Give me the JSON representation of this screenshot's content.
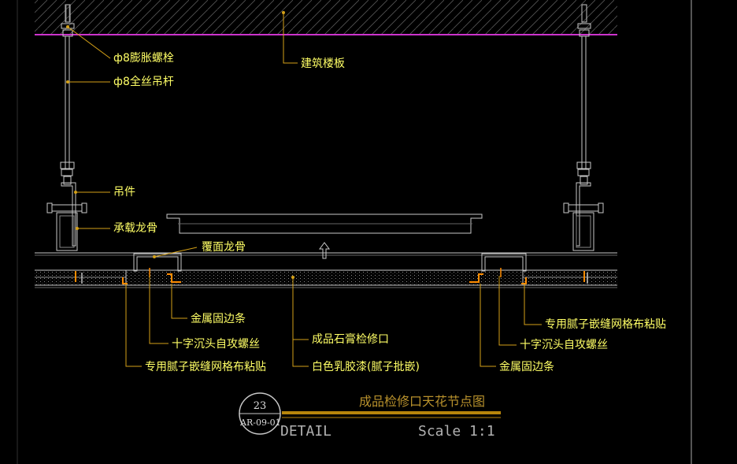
{
  "labels": {
    "expansion_bolt": "ф8膨胀螺栓",
    "threaded_rod": "ф8全丝吊杆",
    "floor_slab": "建筑楼板",
    "hanger": "吊件",
    "main_keel": "承载龙骨",
    "cover_keel": "覆面龙骨",
    "metal_edge_left": "金属固边条",
    "screw_left": "十字沉头自攻螺丝",
    "mesh_tape_left": "专用腻子嵌缝网格布粘贴",
    "access_panel": "成品石膏检修口",
    "latex_paint": "白色乳胶漆(腻子批嵌)",
    "mesh_tape_right": "专用腻子嵌缝网格布粘贴",
    "screw_right": "十字沉头自攻螺丝",
    "metal_edge_right": "金属固边条"
  },
  "title_block": {
    "title": "成品检修口天花节点图",
    "detail_no": "23",
    "sheet_ref": "AR-09-01",
    "detail_word": "DETAIL",
    "scale": "Scale 1:1"
  },
  "colors": {
    "background": "#000000",
    "label_text": "#ffff66",
    "leader": "#d4a017",
    "slab_line": "#cc33cc",
    "structure": "#c8c8c8",
    "title_bar": "#b8860b"
  }
}
